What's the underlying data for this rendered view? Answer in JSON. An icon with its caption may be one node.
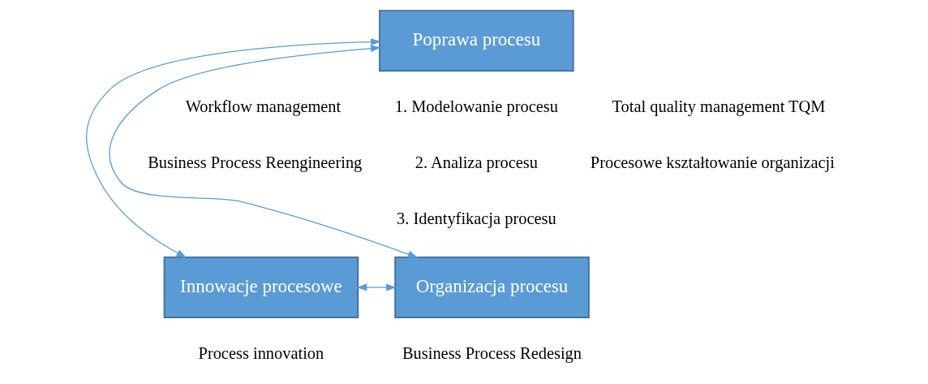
{
  "diagram": {
    "nodes": [
      {
        "text": [
          "Poprawa procesu"
        ]
      },
      {
        "text": [
          "Innowacje procesowe"
        ],
        "beside": [
          "Process innovation"
        ]
      },
      {
        "text": [
          "Organizacja procesu"
        ]
      }
    ],
    "edges": [
      {
        "from": 0,
        "to": 1,
        "arrow": "both"
      },
      {
        "from": 0,
        "to": 2,
        "arrow": "both"
      },
      {
        "from": 1,
        "to": 2,
        "arrow": "both"
      }
    ],
    "labels": [
      "Workflow management",
      "1. Modelowanie procesu",
      "Total quality management TQM",
      "Business Process Reengineering",
      "2. Analiza procesu",
      "Procesowe kształtowanie organizacji",
      "3. Identyfikacja procesu",
      "Business Process Redesign"
    ]
  }
}
